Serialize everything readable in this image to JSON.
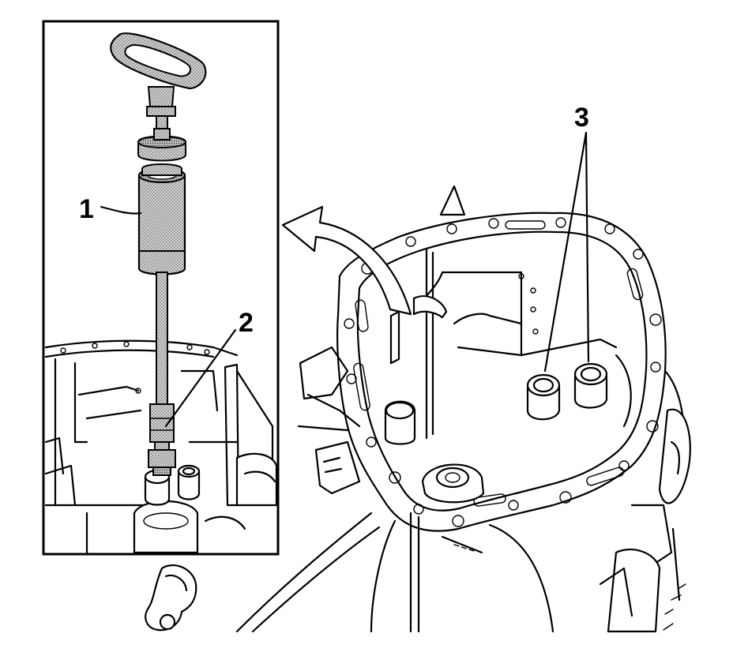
{
  "callouts": {
    "one": "1",
    "two": "2",
    "three": "3"
  },
  "colors": {
    "line": "#000000",
    "tool_fill": "#c8c8c8",
    "background": "#ffffff"
  },
  "icons": [
    "curved-arrow-icon",
    "slide-hammer-tool",
    "seal-remover-tool"
  ]
}
